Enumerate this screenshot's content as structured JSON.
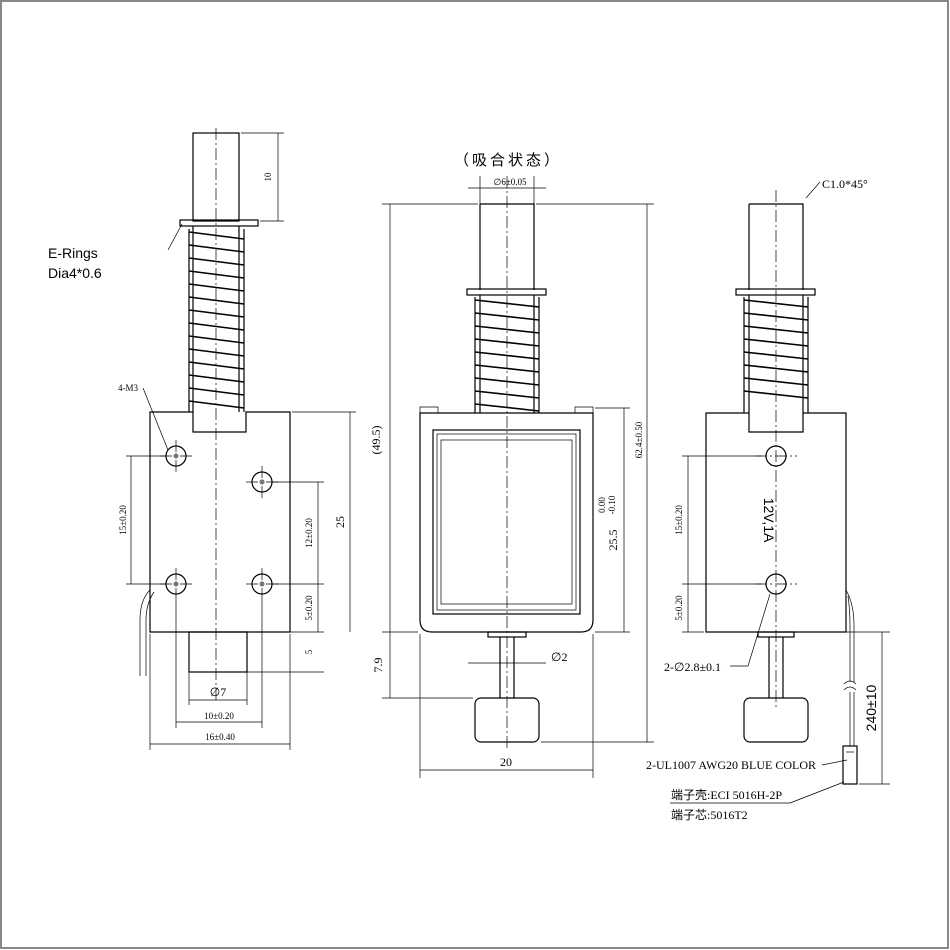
{
  "title": "（吸合状态）",
  "left_view": {
    "e_rings_line1": "E-Rings",
    "e_rings_line2": "Dia4*0.6",
    "holes": "4-M3",
    "dim_10": "10",
    "dim_15": "15±0.20",
    "dim_12": "12±0.20",
    "dim_25": "25",
    "dim_5a": "5±0.20",
    "dim_5b": "5",
    "dim_phi7": "∅7",
    "dim_10w": "10±0.20",
    "dim_16w": "16±0.40"
  },
  "middle_view": {
    "dim_phi6": "∅6±0.05",
    "dim_49_5": "(49.5)",
    "dim_62_4": "62.4±0.50",
    "dim_25_5": "25.5",
    "tol_upper": "0.00",
    "tol_lower": "-0.10",
    "dim_7_9": "7.9",
    "dim_phi2": "∅2",
    "dim_20": "20"
  },
  "right_view": {
    "chamfer": "C1.0*45°",
    "rating": "12V,1A",
    "dim_15": "15±0.20",
    "dim_5": "5±0.20",
    "holes": "2-∅2.8±0.1",
    "wire": "2-UL1007 AWG20 BLUE COLOR",
    "dim_240": "240±10",
    "terminal_shell": "端子壳:ECI 5016H-2P",
    "terminal_core": "端子芯:5016T2"
  }
}
